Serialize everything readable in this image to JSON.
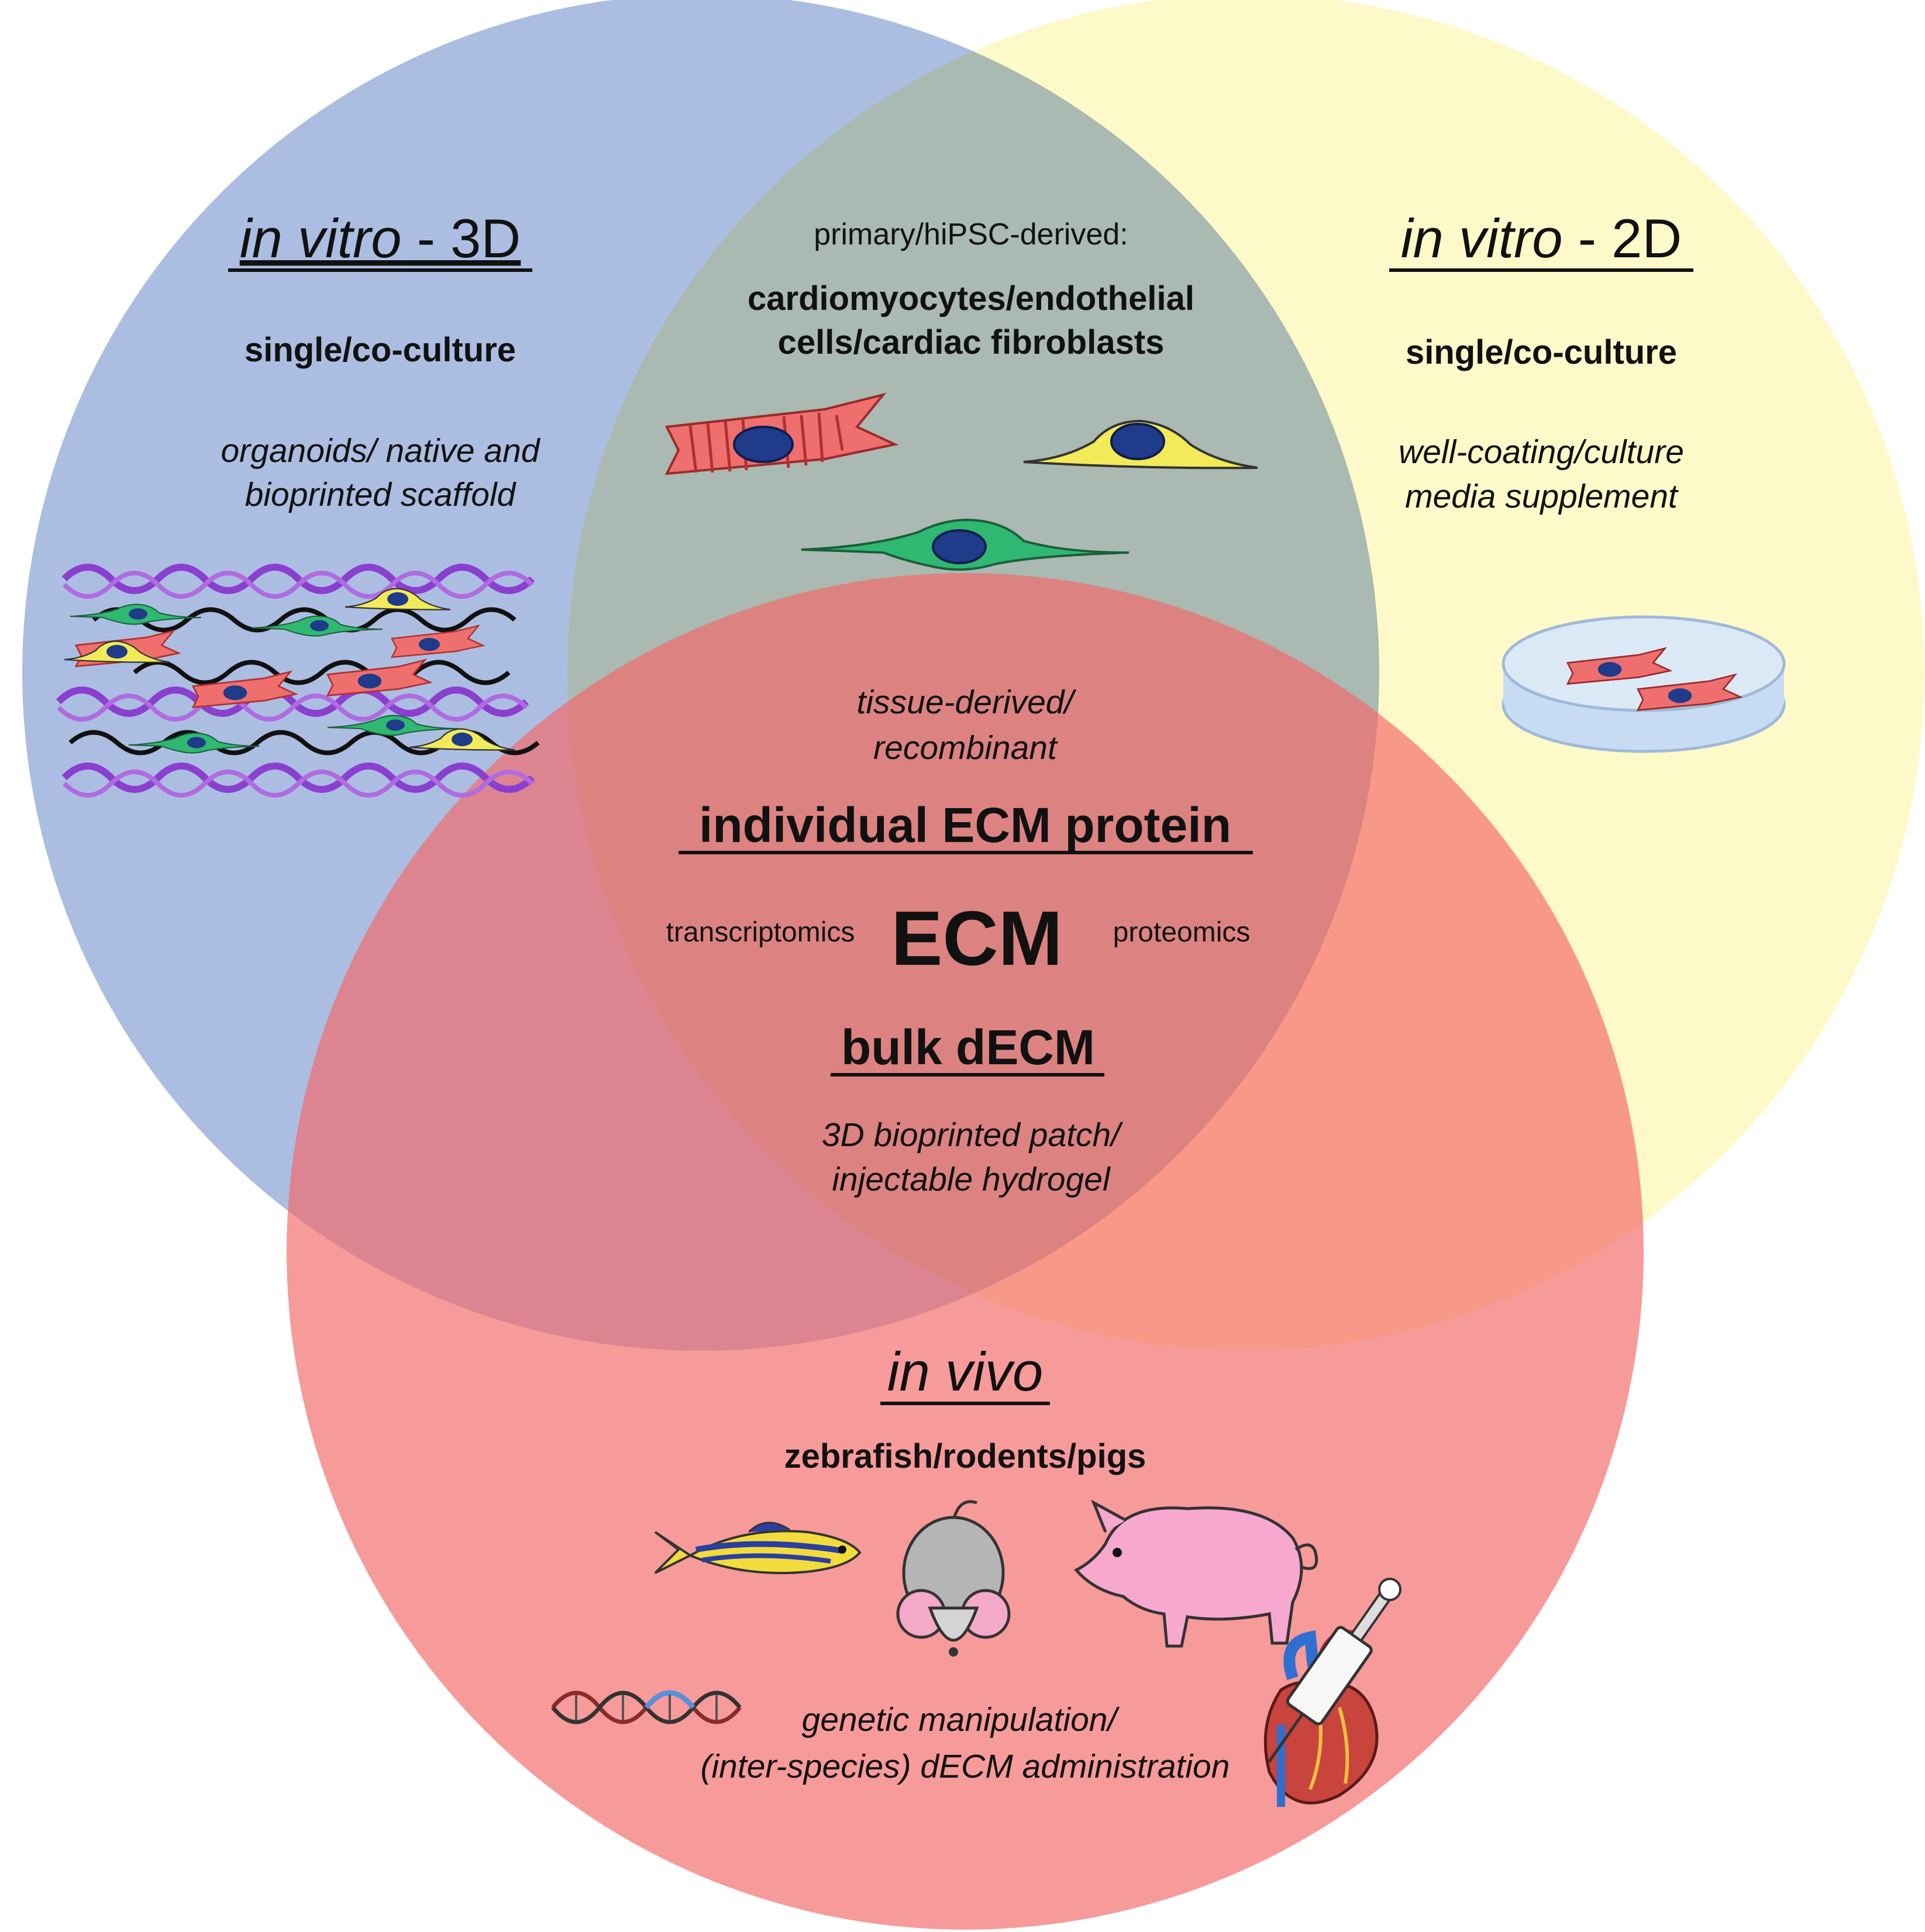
{
  "colors": {
    "in_vitro_3d_circle": "#a4b8de",
    "in_vitro_2d_circle": "#fdf49d",
    "in_vivo_circle": "#f36a6a",
    "cardiomyocyte": "#ef6f6f",
    "nucleus": "#1f3b8a",
    "endothelial": "#f3ea5a",
    "fibroblast": "#2fb872",
    "pig": "#f7a8cf",
    "fiber_purple": "#8a3fcf",
    "fiber_black": "#111111"
  },
  "in_vitro_3d": {
    "title_italic": "in vitro",
    "title_rest": " - 3D",
    "culture": "single/co-culture",
    "application_line1": "organoids/ native and",
    "application_line2": "bioprinted scaffold"
  },
  "in_vitro_2d": {
    "title_italic": "in vitro",
    "title_rest": " - 2D",
    "culture": "single/co-culture",
    "application_line1": "well-coating/culture",
    "application_line2": "media supplement"
  },
  "shared_in_vitro": {
    "source": "primary/hiPSC-derived:",
    "cells_line1": "cardiomyocytes/endothelial",
    "cells_line2": "cells/cardiac fibroblasts"
  },
  "center": {
    "origin_line1": "tissue-derived/",
    "origin_line2": "recombinant",
    "individual": "individual ECM protein",
    "left_method": "transcriptomics",
    "core": "ECM",
    "right_method": "proteomics",
    "bulk": "bulk dECM",
    "use_line1": "3D bioprinted patch/",
    "use_line2": "injectable hydrogel"
  },
  "in_vivo": {
    "title": "in vivo",
    "models": "zebrafish/rodents/pigs",
    "application_line1": "genetic manipulation/",
    "application_line2": "(inter-species) dECM administration"
  },
  "icons": {
    "scaffold": "scaffold-fibers-icon",
    "cardiomyocyte": "cardiomyocyte-cell-icon",
    "endothelial": "endothelial-cell-icon",
    "fibroblast": "fibroblast-cell-icon",
    "dish": "petri-dish-icon",
    "zebrafish": "zebrafish-icon",
    "mouse": "mouse-icon",
    "pig": "pig-icon",
    "dna": "dna-helix-icon",
    "heart": "heart-icon",
    "syringe": "syringe-icon"
  }
}
